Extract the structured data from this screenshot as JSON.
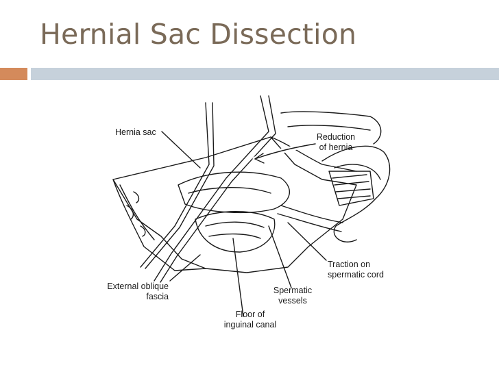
{
  "slide": {
    "title": "Hernial Sac Dissection",
    "colors": {
      "title": "#7a6a58",
      "accent_bar": "#d48a5b",
      "title_rule": "#c6d1db"
    }
  },
  "figure": {
    "labels": {
      "hernia_sac": "Hernia sac",
      "reduction_line1": "Reduction",
      "reduction_line2": "of hernia",
      "traction_line1": "Traction on",
      "traction_line2": "spermatic cord",
      "external_oblique_line1": "External oblique",
      "external_oblique_line2": "fascia",
      "spermatic_line1": "Spermatic",
      "spermatic_line2": "vessels",
      "floor_line1": "Floor of",
      "floor_line2": "inguinal canal"
    }
  }
}
